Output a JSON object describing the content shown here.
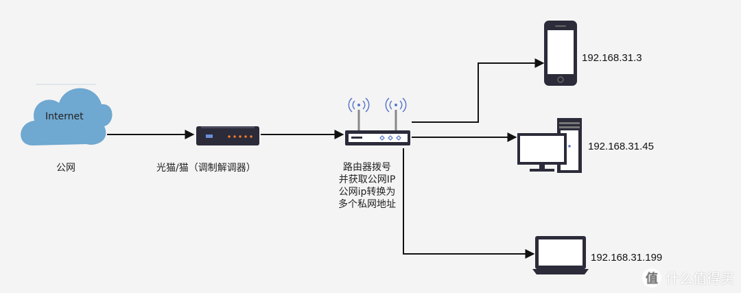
{
  "nodes": {
    "internet": {
      "cloud_label": "Internet",
      "caption": "公网"
    },
    "modem": {
      "caption": "光猫/猫（调制解调器）"
    },
    "router": {
      "lines": [
        "路由器拨号",
        "并获取公网IP",
        "公网ip转换为",
        "多个私网地址"
      ]
    },
    "phone": {
      "ip": "192.168.31.3"
    },
    "desktop": {
      "ip": "192.168.31.45"
    },
    "laptop": {
      "ip": "192.168.31.199"
    }
  },
  "watermark": {
    "badge": "值",
    "text": "什么值得买"
  },
  "colors": {
    "cloud": "#6fa8d0",
    "device_dark": "#2b2b3a",
    "line": "#111111",
    "wifi": "#5a78c8",
    "led": "#f07a2a"
  }
}
